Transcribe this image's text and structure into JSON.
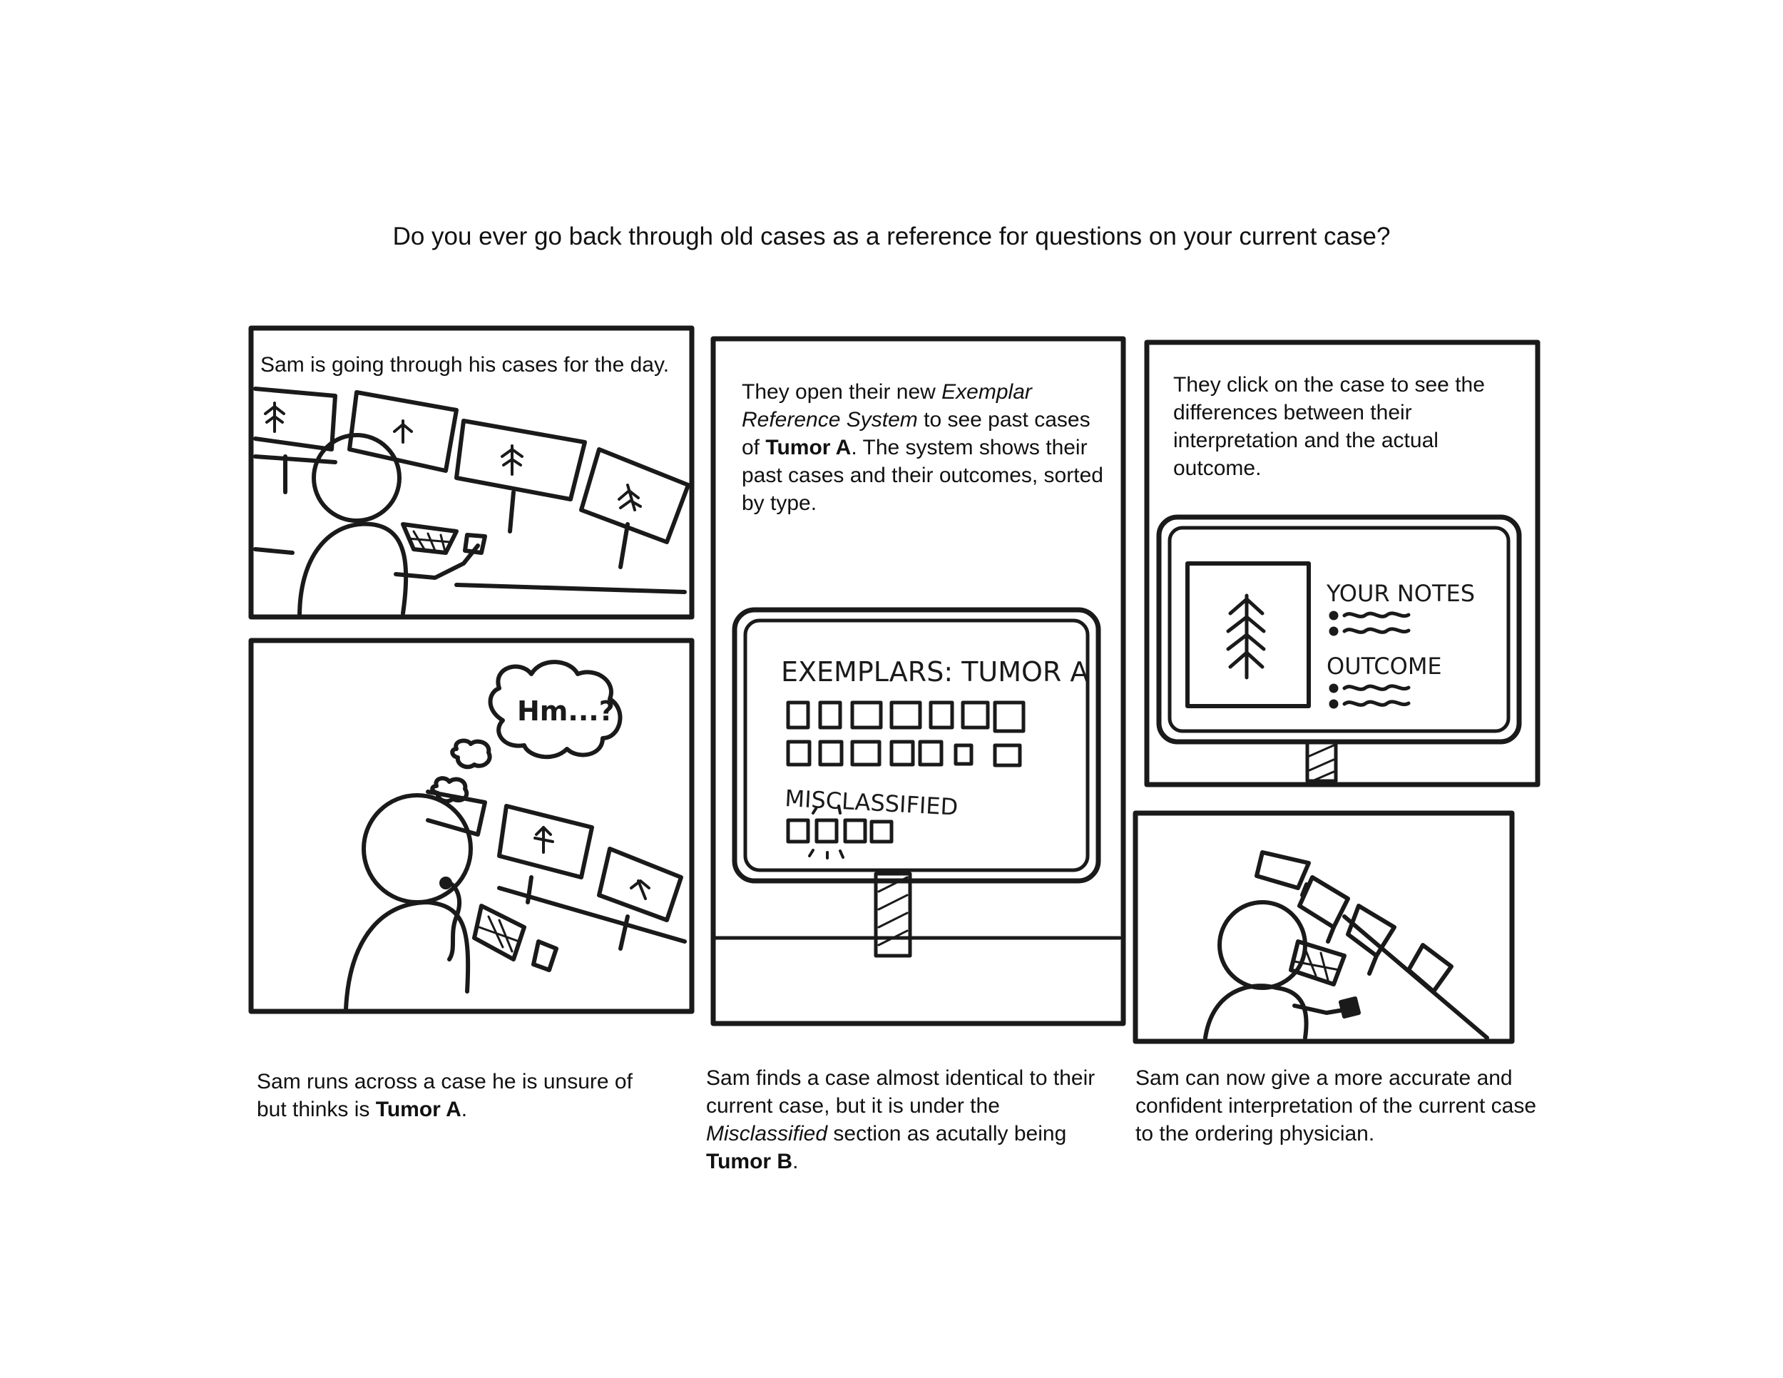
{
  "title": "Do you ever go back through old cases as a reference for questions on your current case?",
  "panels": {
    "p1": {
      "caption": "Sam is going through his cases for the day."
    },
    "p2": {
      "caption_a": "Sam runs across a case he is unsure of but thinks is ",
      "caption_bold": "Tumor A",
      "caption_b": ".",
      "thought": "Hm...?"
    },
    "p3": {
      "caption_a": "They open their new ",
      "caption_italic": "Exemplar Reference System",
      "caption_b": " to see past cases of ",
      "caption_bold": "Tumor A",
      "caption_c": ". The system shows their past cases and their outcomes, sorted by type.",
      "screen_title": "EXEMPLARS: TUMOR A",
      "screen_section": "MISCLASSIFIED"
    },
    "p4": {
      "caption_a": "Sam finds a case almost identical to their current case, but it is under the ",
      "caption_italic": "Misclassified",
      "caption_b": " section as acutally being ",
      "caption_bold": "Tumor B",
      "caption_c": "."
    },
    "p5": {
      "caption": "They click on the case to see the differences between their interpretation and the actual outcome.",
      "notes_label": "YOUR NOTES",
      "outcome_label": "OUTCOME"
    },
    "p6": {
      "caption": "Sam can now give a more accurate and confident interpretation of the current case to the ordering physician."
    }
  },
  "colors": {
    "ink": "#1a1a1a",
    "paper": "#ffffff"
  }
}
